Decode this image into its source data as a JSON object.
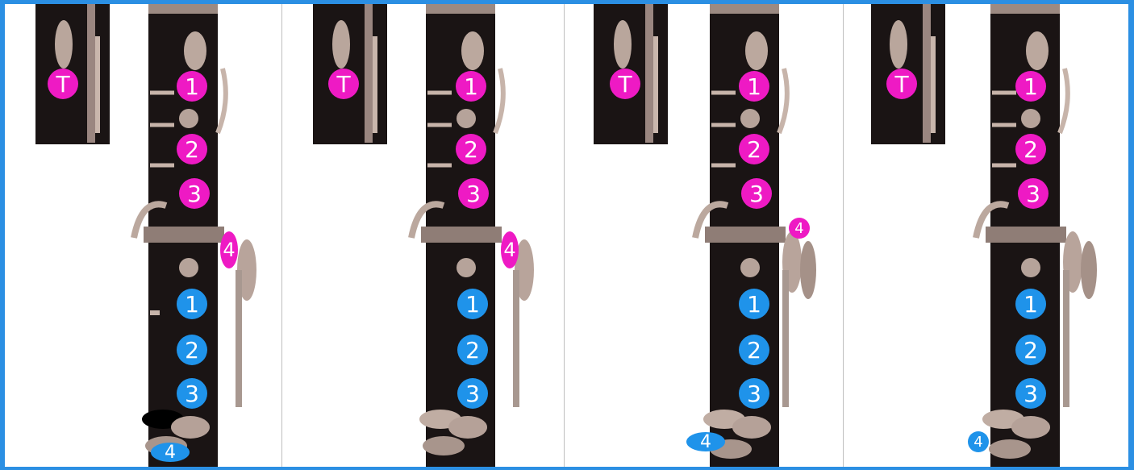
{
  "colors": {
    "page_border": "#2b8fe3",
    "left_hand": "#ee1ac4",
    "right_hand": "#1f93ea",
    "body": "#1a1414",
    "key_metal": "#a89890",
    "key_shadow": "#5c4c46"
  },
  "labels": {
    "thumb": "T",
    "one": "1",
    "two": "2",
    "three": "3",
    "four": "4"
  },
  "panels": [
    {
      "name": "fingering-panel-1",
      "left_pinky_4": "shown",
      "right_pinky_4": "shown"
    },
    {
      "name": "fingering-panel-2",
      "left_pinky_4": "shown",
      "right_pinky_4": "not shown"
    },
    {
      "name": "fingering-panel-3",
      "left_pinky_4": "shown",
      "right_pinky_4": "shown"
    },
    {
      "name": "fingering-panel-4",
      "left_pinky_4": "not shown",
      "right_pinky_4": "shown"
    }
  ]
}
